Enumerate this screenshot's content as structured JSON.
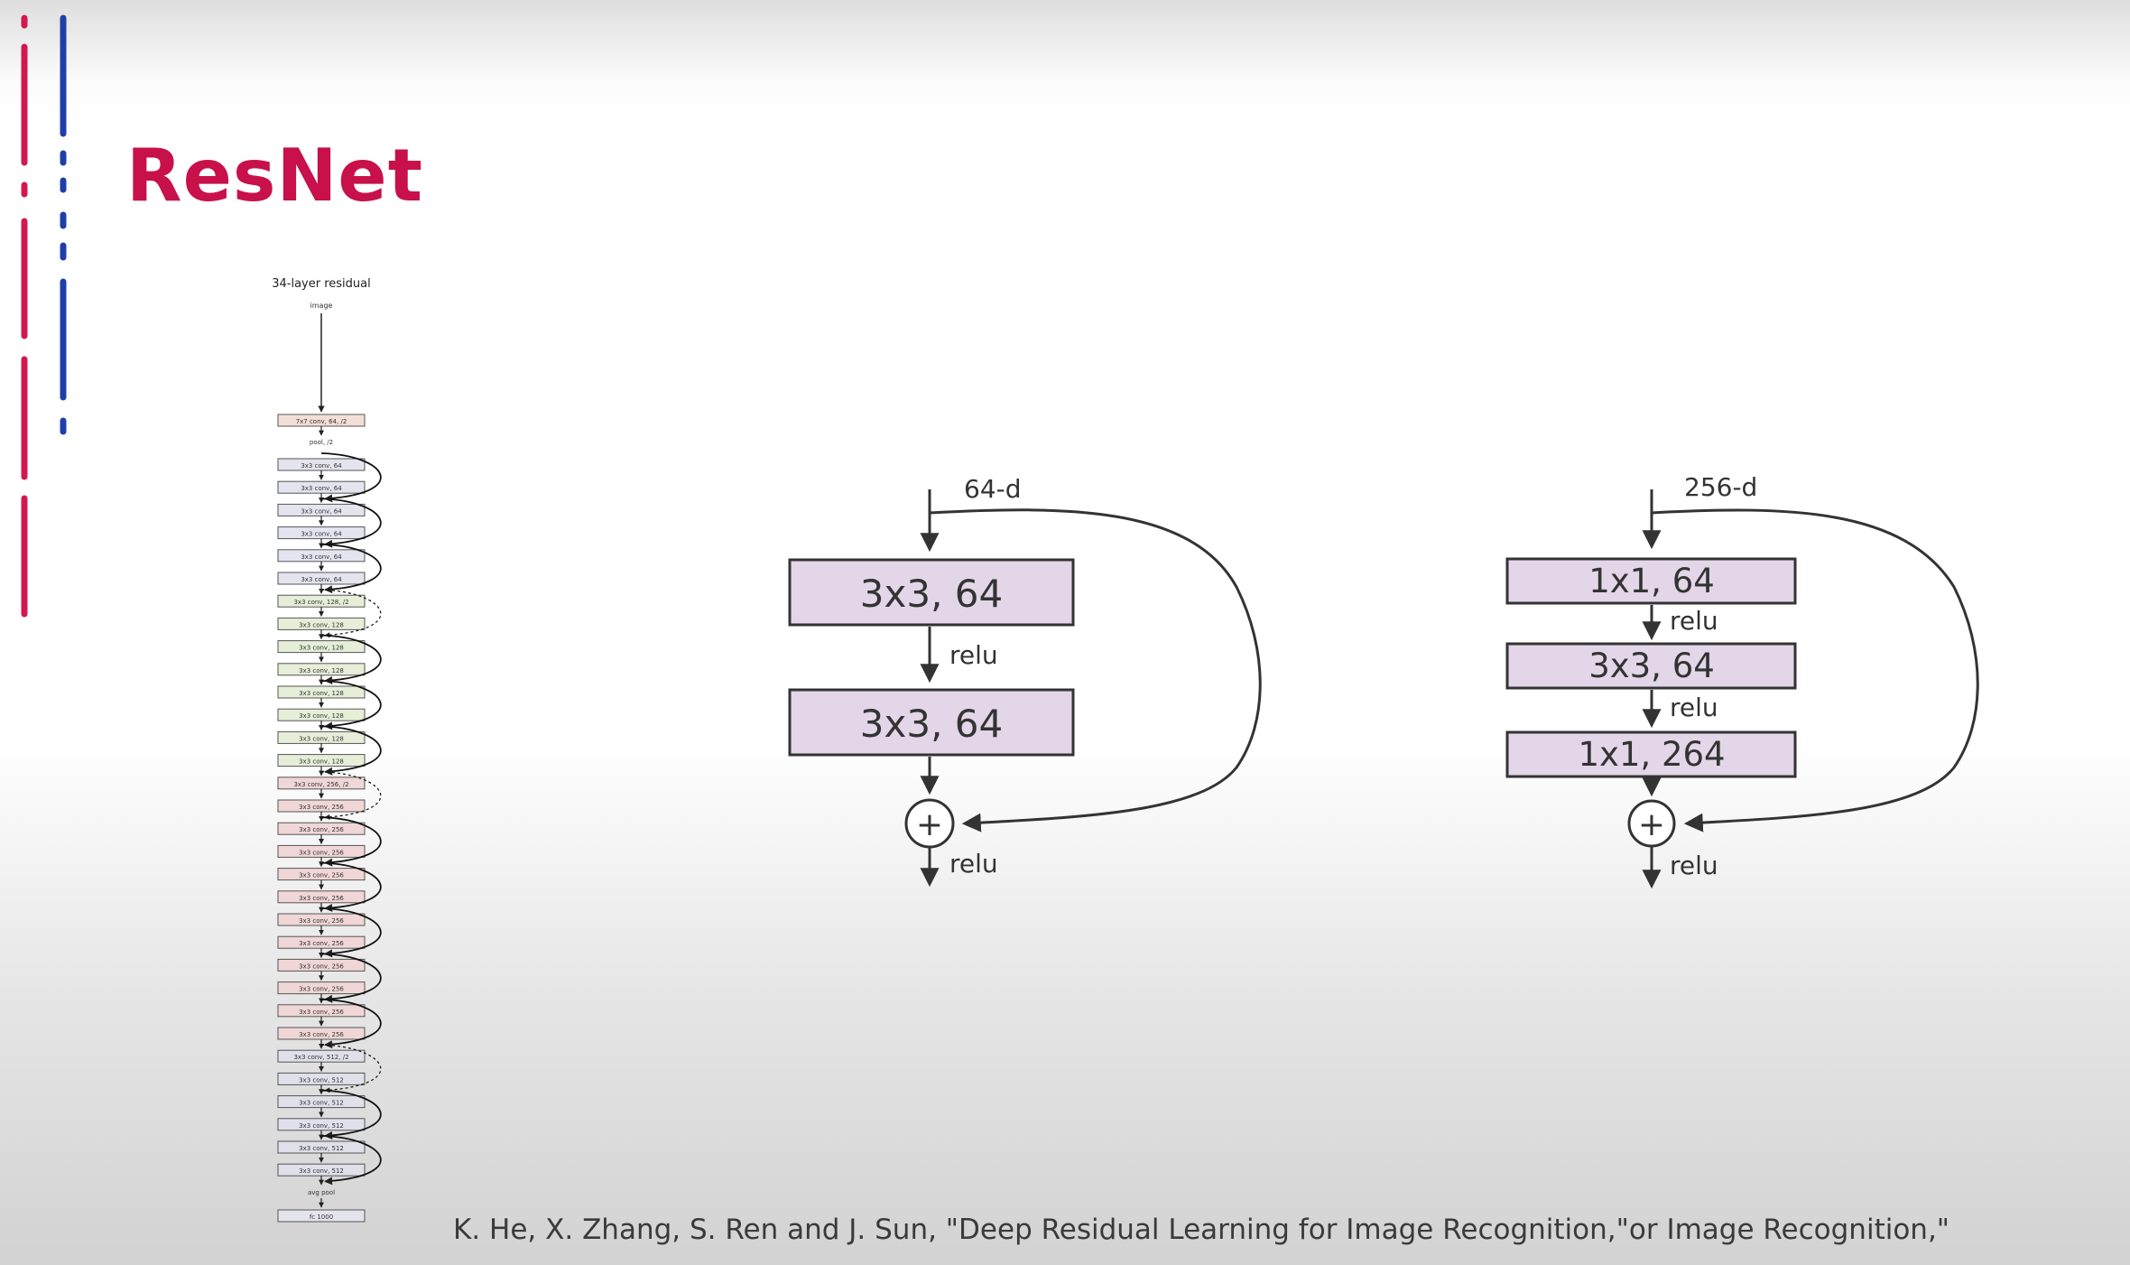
{
  "slide": {
    "title": "ResNet",
    "citation": "K. He, X. Zhang, S. Ren and J. Sun, \"Deep Residual Learning for Image Recognition,\"or Image Recognition,\""
  },
  "colors": {
    "title": "#c8104a",
    "accent_red": "#d3184f",
    "accent_blue": "#1f3fa8",
    "block_fill": "#e3d6e8",
    "stroke": "#333333"
  },
  "architecture": {
    "title": "34-layer residual",
    "input_label": "image",
    "stem_layer": "7x7 conv, 64, /2",
    "pool_label": "pool, /2",
    "layers": [
      "3x3 conv, 64",
      "3x3 conv, 64",
      "3x3 conv, 64",
      "3x3 conv, 64",
      "3x3 conv, 64",
      "3x3 conv, 64",
      "3x3 conv, 128, /2",
      "3x3 conv, 128",
      "3x3 conv, 128",
      "3x3 conv, 128",
      "3x3 conv, 128",
      "3x3 conv, 128",
      "3x3 conv, 128",
      "3x3 conv, 128",
      "3x3 conv, 256, /2",
      "3x3 conv, 256",
      "3x3 conv, 256",
      "3x3 conv, 256",
      "3x3 conv, 256",
      "3x3 conv, 256",
      "3x3 conv, 256",
      "3x3 conv, 256",
      "3x3 conv, 256",
      "3x3 conv, 256",
      "3x3 conv, 256",
      "3x3 conv, 256",
      "3x3 conv, 512, /2",
      "3x3 conv, 512",
      "3x3 conv, 512",
      "3x3 conv, 512",
      "3x3 conv, 512",
      "3x3 conv, 512"
    ],
    "avgpool_label": "avg pool",
    "fc_layer": "fc 1000"
  },
  "basic_block": {
    "input": "64-d",
    "layer1": "3x3, 64",
    "activation1": "relu",
    "layer2": "3x3, 64",
    "sum_symbol": "+",
    "output_activation": "relu"
  },
  "bottleneck_block": {
    "input": "256-d",
    "layer1": "1x1, 64",
    "activation1": "relu",
    "layer2": "3x3, 64",
    "activation2": "relu",
    "layer3": "1x1, 264",
    "sum_symbol": "+",
    "output_activation": "relu"
  }
}
